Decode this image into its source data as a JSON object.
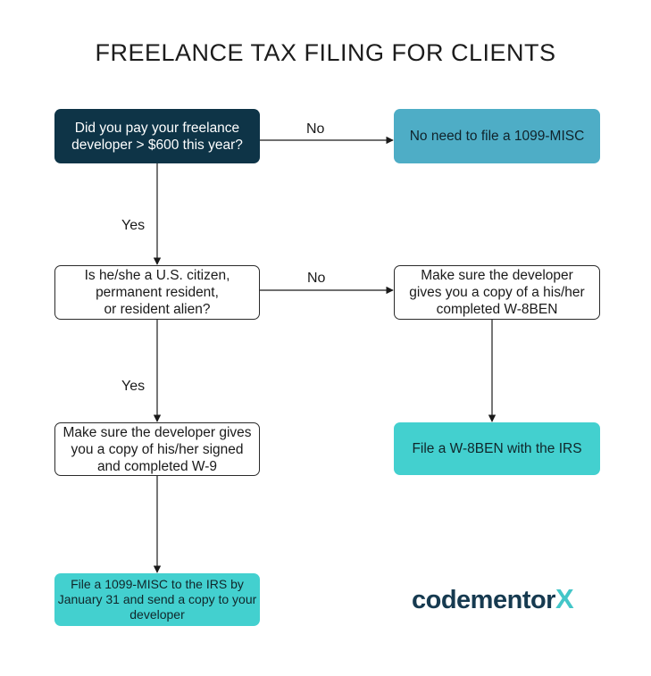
{
  "title": "FREELANCE TAX FILING FOR CLIENTS",
  "nodes": {
    "q1": "Did you pay your freelance\ndeveloper > $600 this year?",
    "no_file": "No need to file a 1099-MISC",
    "q2": "Is he/she a U.S. citizen,\npermanent resident,\nor resident alien?",
    "w8ben_copy": "Make sure the developer\ngives you a copy of a his/her\ncompleted W-8BEN",
    "w9_copy": "Make sure the developer gives\nyou a copy of his/her signed\nand completed W-9",
    "file_w8ben": "File a W-8BEN with the IRS",
    "file_1099": "File a 1099-MISC to the IRS by\nJanuary 31 and send a copy to your\ndeveloper"
  },
  "edges": {
    "no1": "No",
    "yes1": "Yes",
    "no2": "No",
    "yes2": "Yes"
  },
  "logo": {
    "text": "codementor",
    "mark": "X"
  },
  "colors": {
    "dark": "#0e3447",
    "blue": "#4eadc6",
    "teal": "#43d0cf"
  }
}
